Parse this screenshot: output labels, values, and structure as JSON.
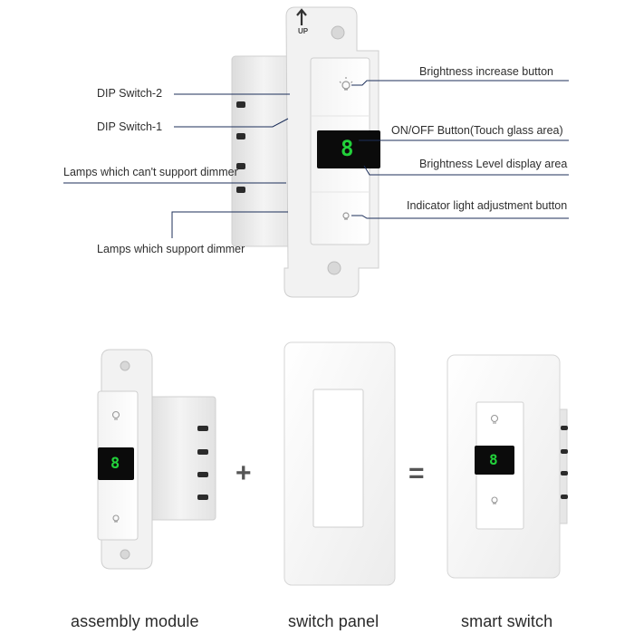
{
  "top_device": {
    "up_label": "UP",
    "display_digit": "8",
    "callouts": {
      "brightness_increase": "Brightness increase button",
      "onoff": "ON/OFF Button(Touch glass area)",
      "brightness_level": "Brightness Level display area",
      "indicator": "Indicator light adjustment button",
      "dip2": "DIP Switch-2",
      "dip1": "DIP Switch-1",
      "lamps_no_dimmer": "Lamps which can't support dimmer",
      "lamps_dimmer": "Lamps which support dimmer"
    }
  },
  "bottom": {
    "module_digit": "8",
    "smart_digit": "8",
    "plus": "+",
    "equals": "=",
    "captions": {
      "assembly": "assembly module",
      "panel": "switch panel",
      "smart": "smart switch"
    }
  },
  "icons": [
    "bulb-icon",
    "up-arrow-icon"
  ],
  "colors": {
    "callout_line": "#1c2f5a",
    "display_green": "#22d13a",
    "display_bg": "#0b0b0b"
  }
}
